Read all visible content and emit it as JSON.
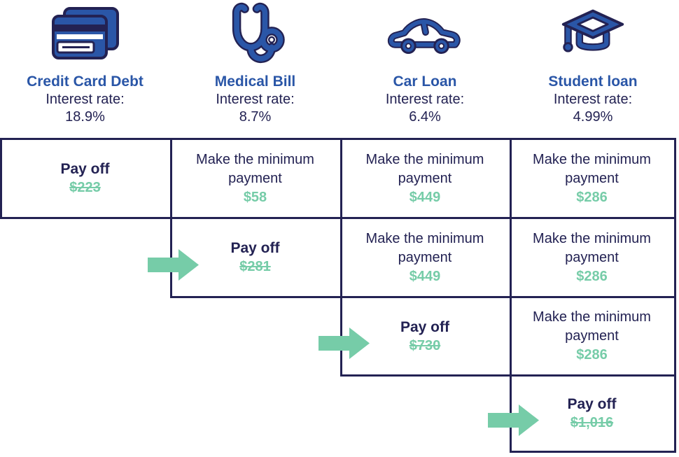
{
  "columns": [
    {
      "icon": "credit-card-icon",
      "title": "Credit Card Debt",
      "interest_label": "Interest rate:",
      "rate": "18.9%"
    },
    {
      "icon": "stethoscope-icon",
      "title": "Medical Bill",
      "interest_label": "Interest rate:",
      "rate": "8.7%"
    },
    {
      "icon": "car-icon",
      "title": "Car Loan",
      "interest_label": "Interest rate:",
      "rate": "6.4%"
    },
    {
      "icon": "graduation-cap-icon",
      "title": "Student loan",
      "interest_label": "Interest rate:",
      "rate": "4.99%"
    }
  ],
  "table": {
    "rows": [
      {
        "cells": [
          {
            "type": "payoff",
            "label": "Pay off",
            "amount": "$223",
            "strikethrough": true,
            "arrow": false
          },
          {
            "type": "minimum",
            "label": "Make the minimum payment",
            "amount": "$58",
            "strikethrough": false,
            "arrow": false
          },
          {
            "type": "minimum",
            "label": "Make the minimum payment",
            "amount": "$449",
            "strikethrough": false,
            "arrow": false
          },
          {
            "type": "minimum",
            "label": "Make the minimum payment",
            "amount": "$286",
            "strikethrough": false,
            "arrow": false
          }
        ]
      },
      {
        "cells": [
          {
            "type": "payoff",
            "label": "Pay off",
            "amount": "$281",
            "strikethrough": true,
            "arrow": true
          },
          {
            "type": "minimum",
            "label": "Make the minimum payment",
            "amount": "$449",
            "strikethrough": false,
            "arrow": false
          },
          {
            "type": "minimum",
            "label": "Make the minimum payment",
            "amount": "$286",
            "strikethrough": false,
            "arrow": false
          }
        ]
      },
      {
        "cells": [
          {
            "type": "payoff",
            "label": "Pay off",
            "amount": "$730",
            "strikethrough": true,
            "arrow": true
          },
          {
            "type": "minimum",
            "label": "Make the minimum payment",
            "amount": "$286",
            "strikethrough": false,
            "arrow": false
          }
        ]
      },
      {
        "cells": [
          {
            "type": "payoff",
            "label": "Pay off",
            "amount": "$1,016",
            "strikethrough": true,
            "arrow": true
          }
        ]
      }
    ]
  },
  "colors": {
    "navy": "#232253",
    "blue": "#2A56A7",
    "green": "#76CCA8"
  }
}
